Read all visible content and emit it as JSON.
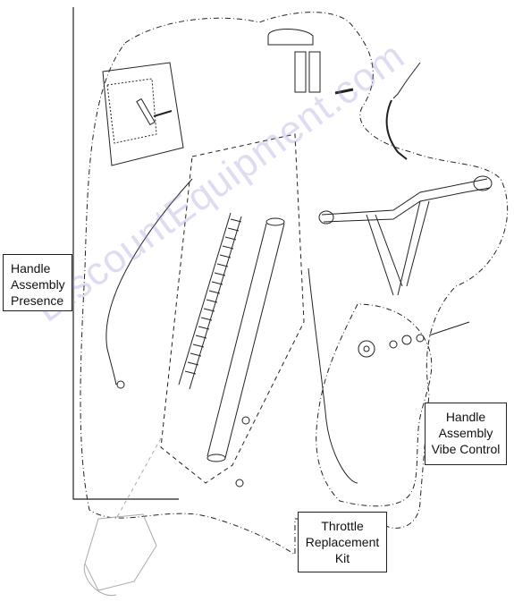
{
  "callouts": {
    "presence": [
      "Handle",
      "Assembly",
      "Presence"
    ],
    "vibe": [
      "Handle",
      "Assembly",
      "Vibe Control"
    ],
    "throttle": [
      "Throttle",
      "Replacement",
      "Kit"
    ]
  },
  "watermark": "DiscountEquipment.com",
  "colors": {
    "line": "#222222",
    "watermark": "#968cd2"
  }
}
